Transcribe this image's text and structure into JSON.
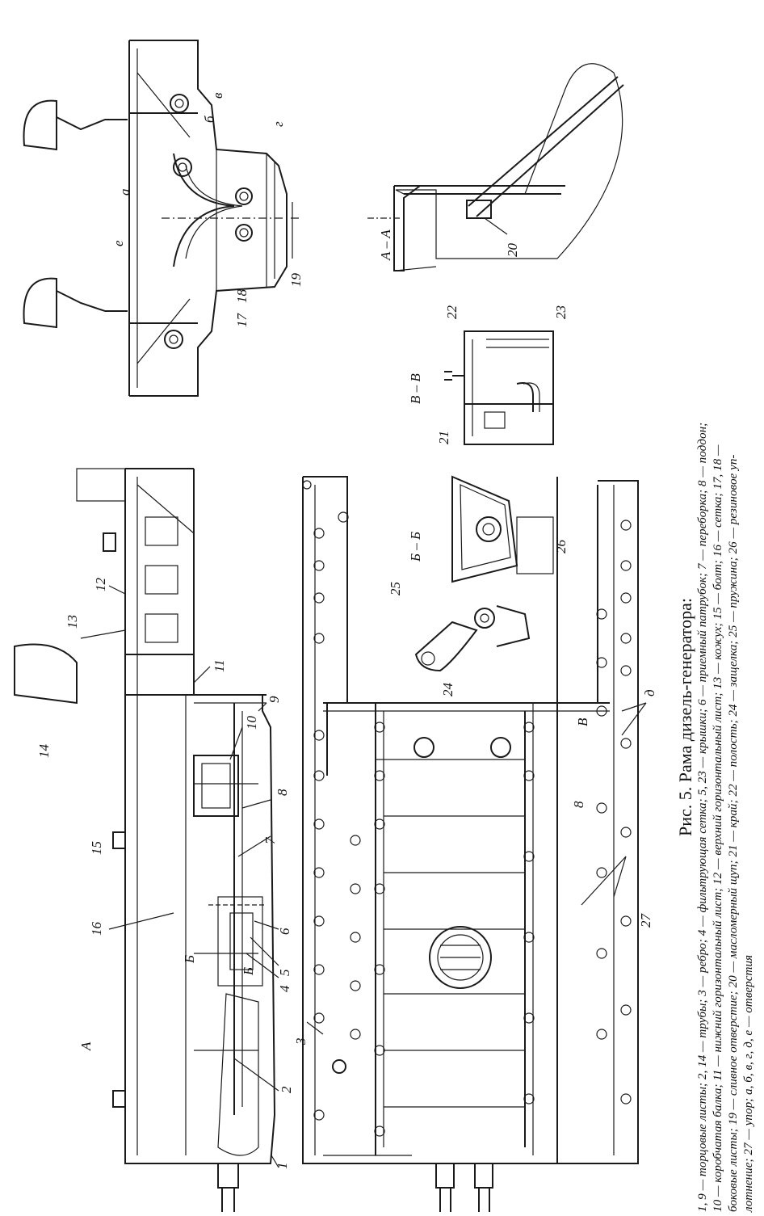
{
  "figure": {
    "title": "Рис. 5. Рама дизель-генератора:",
    "legend_lines": [
      "1, 9 — торцовые листы; 2, 14 — трубы; 3 — ребро; 4 — фильтрующая сетка; 5, 23 — крышки; 6 — приемный патрубок; 7 — переборка; 8 — поддон;",
      "10 — коробчатая балка; 11 — нижний горизонтальный лист; 12 — верхний горизонтальный лист; 13 — кожух; 15 — болт; 16 — сетка; 17, 18 —",
      "боковые листы; 19 — сливное отверстие; 20 — масломерный щуп; 21 — край; 22 — полость; 24 — защелка; 25 — пружина; 26 — резиновое уп-",
      "лотнение; 27 — упор; а, б, в, г, д, е — отверстия"
    ]
  },
  "sections": {
    "aa": "А – А",
    "bb": "Б – Б",
    "vv": "В – В",
    "a_arrow": "А"
  },
  "callouts": {
    "n1": "1",
    "n2": "2",
    "n3": "3",
    "n4": "4",
    "n5": "5",
    "n6": "6",
    "n7": "7",
    "n8": "8",
    "n9": "9",
    "n10": "10",
    "n11": "11",
    "n12": "12",
    "n13": "13",
    "n14": "14",
    "n15": "15",
    "n16": "16",
    "n17": "17",
    "n18": "18",
    "n19": "19",
    "n20": "20",
    "n21": "21",
    "n22": "22",
    "n23": "23",
    "n24": "24",
    "n25": "25",
    "n26": "26",
    "n27": "27",
    "la": "а",
    "lb": "б",
    "lv": "в",
    "lg": "г",
    "ld": "д",
    "le": "е",
    "b_small": "Б",
    "b_small2": "Б",
    "v_small": "В",
    "eight_small": "8"
  }
}
